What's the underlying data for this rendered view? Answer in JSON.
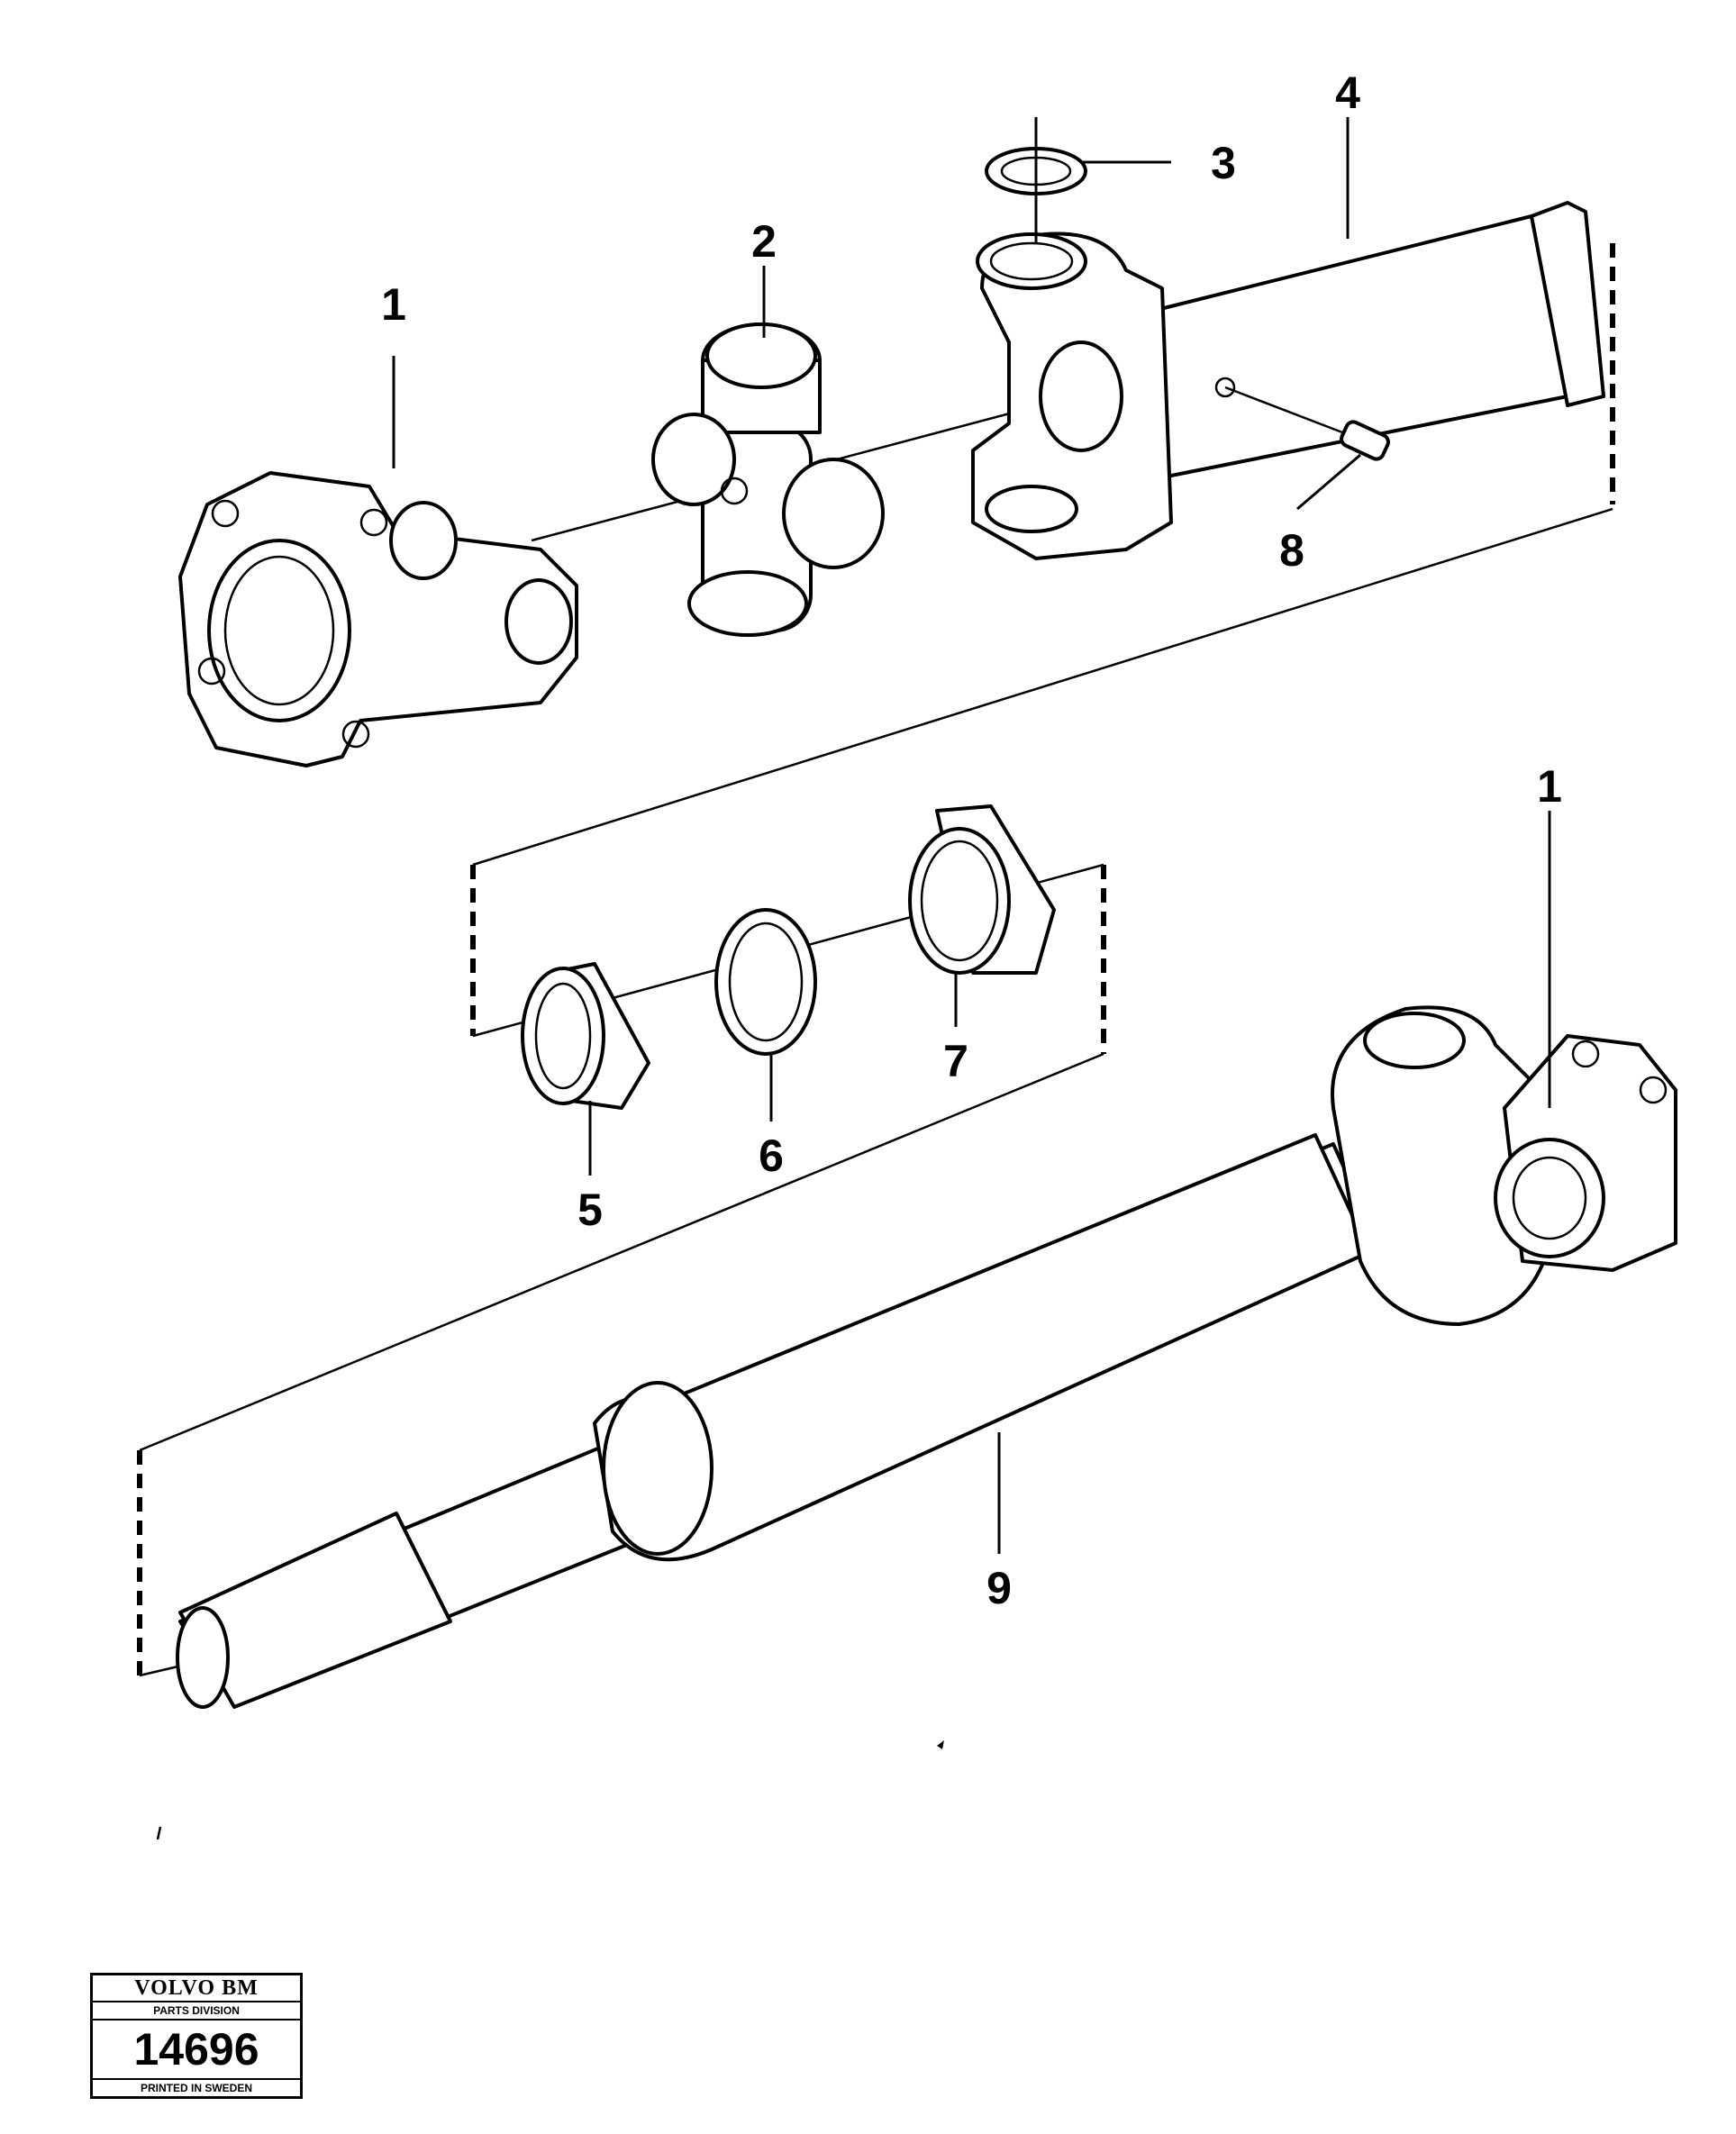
{
  "callouts": {
    "c1_top": "1",
    "c2": "2",
    "c3": "3",
    "c4": "4",
    "c8": "8",
    "c1_bottom": "1",
    "c5": "5",
    "c6": "6",
    "c7": "7",
    "c9": "9"
  },
  "stamp": {
    "brand": "VOLVO BM",
    "division": "PARTS DIVISION",
    "number": "14696",
    "printed": "PRINTED IN SWEDEN"
  }
}
